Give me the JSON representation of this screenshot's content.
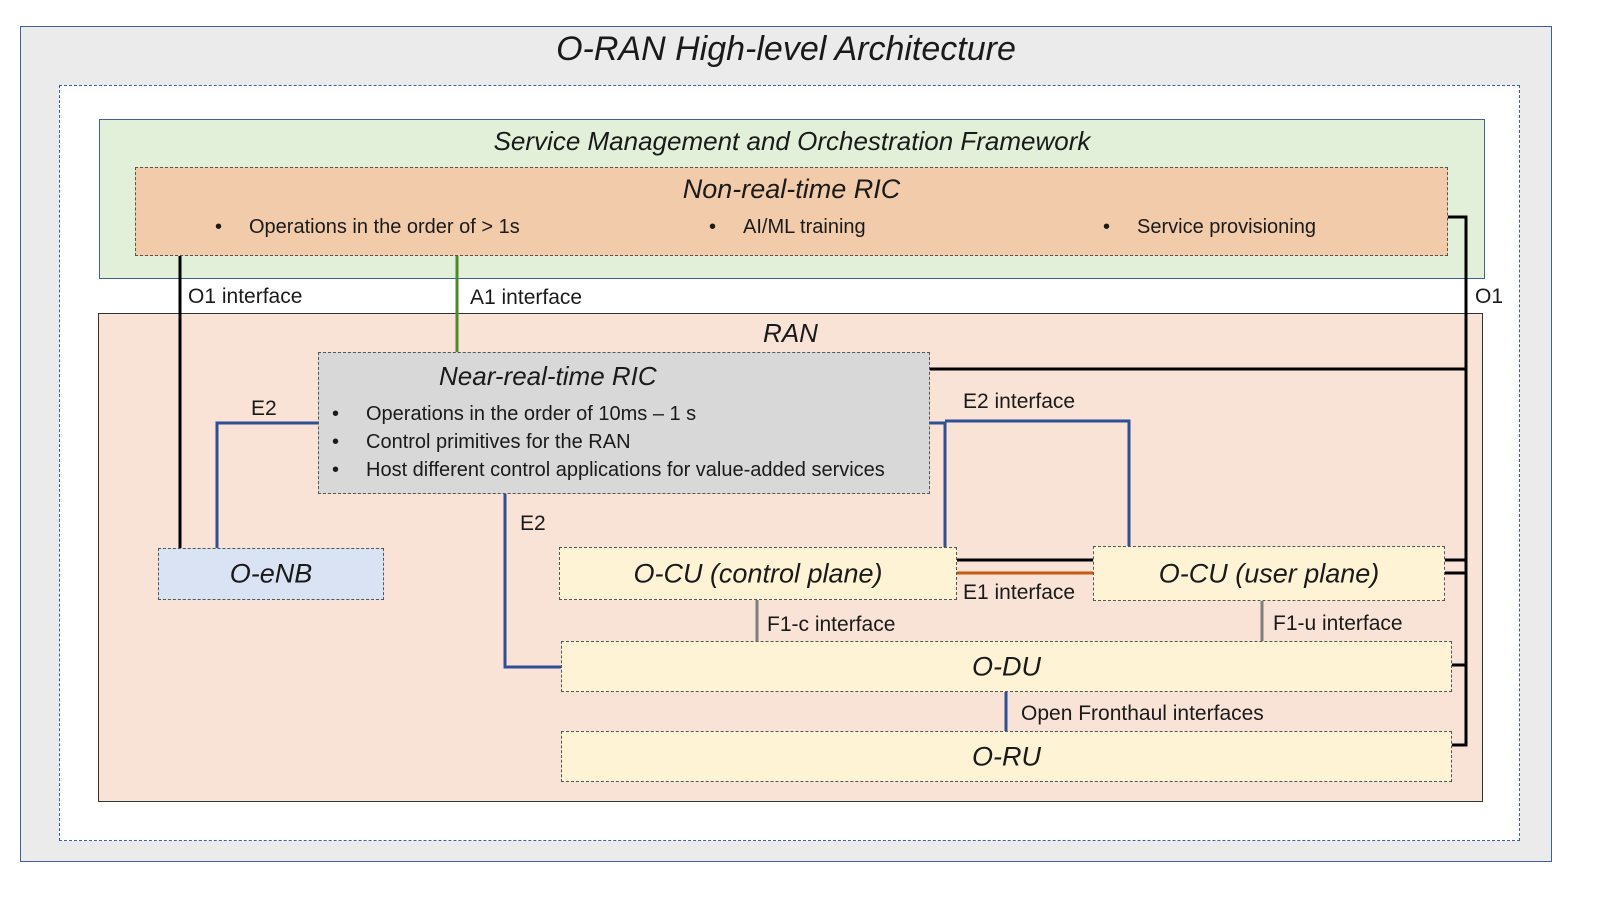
{
  "title": "O-RAN High-level Architecture",
  "smo": {
    "title": "Service Management and Orchestration Framework"
  },
  "non_rt_ric": {
    "title": "Non-real-time RIC",
    "bullets": [
      "Operations in the order of > 1s",
      "AI/ML training",
      "Service provisioning"
    ]
  },
  "ran": {
    "title": "RAN"
  },
  "near_rt_ric": {
    "title": "Near-real-time RIC",
    "bullets": [
      "Operations in the order of 10ms – 1 s",
      "Control primitives for the RAN",
      "Host different control applications for value-added services"
    ]
  },
  "nodes": {
    "oenb": "O-eNB",
    "ocu_cp": "O-CU (control plane)",
    "ocu_up": "O-CU (user plane)",
    "odu": "O-DU",
    "oru": "O-RU"
  },
  "interfaces": {
    "o1_interface": "O1 interface",
    "a1_interface": "A1 interface",
    "o1": "O1",
    "e2_left": "E2",
    "e2_interface": "E2 interface",
    "e2_mid": "E2",
    "e1_interface": "E1 interface",
    "f1c_interface": "F1-c interface",
    "f1u_interface": "F1-u interface",
    "open_fronthaul": "Open Fronthaul interfaces"
  },
  "colors": {
    "black_line": "#000000",
    "blue_line": "#2f4f96",
    "green_line": "#4e8a2c",
    "orange_line": "#c55a11",
    "gray_line": "#7f7f7f"
  }
}
